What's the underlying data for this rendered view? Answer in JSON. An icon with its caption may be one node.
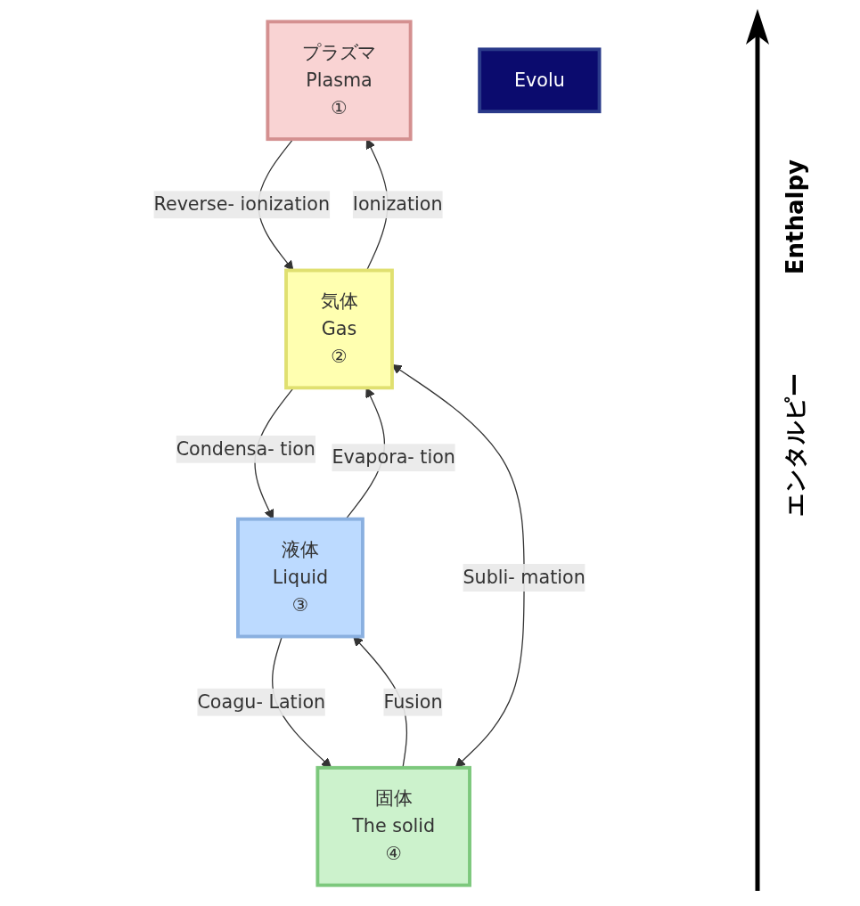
{
  "diagram": {
    "nodes": [
      {
        "text": [
          "プラズマ",
          "Plasma",
          "①"
        ]
      },
      {
        "text": [
          "気体",
          "Gas",
          "②"
        ]
      },
      {
        "text": [
          "液体",
          "Liquid",
          "③"
        ]
      },
      {
        "text": [
          "固体",
          "The solid",
          "④"
        ]
      },
      {
        "text": [
          "Evolu"
        ]
      }
    ],
    "edges": [
      {
        "from": 1,
        "to": 0,
        "arrow": "to",
        "label": "Ionization"
      },
      {
        "from": 0,
        "to": 1,
        "arrow": "to",
        "label": "Reverse- ionization"
      },
      {
        "from": 2,
        "to": 1,
        "arrow": "to",
        "label": "Evapora- tion"
      },
      {
        "from": 1,
        "to": 2,
        "arrow": "to",
        "label": "Condensa- tion"
      },
      {
        "from": 3,
        "to": 1,
        "arrow": "both",
        "label": "Subli- mation"
      },
      {
        "from": 2,
        "to": 3,
        "arrow": "to",
        "label": "Coagu- Lation"
      },
      {
        "from": 3,
        "to": 2,
        "arrow": "to",
        "label": "Fusion"
      }
    ],
    "labels": [
      "Enthalpy",
      "エンタルピー"
    ]
  }
}
